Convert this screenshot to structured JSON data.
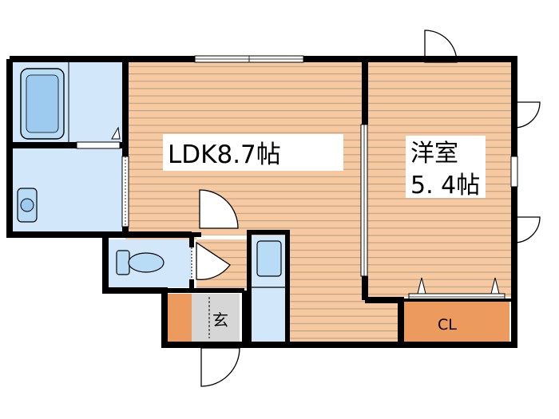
{
  "rooms": {
    "ldk": {
      "label": "LDK8.7帖"
    },
    "western_room": {
      "label_line1": "洋室",
      "label_line2": "5. 4帖"
    },
    "entrance": {
      "label": "玄"
    },
    "closet": {
      "label": "CL"
    }
  },
  "colors": {
    "wood_floor": "#f7c9a0",
    "wood_line": "#c0a48a",
    "water_area": "#d2e8fa",
    "fixture": "#b9dcf6",
    "closet": "#ec9a5e",
    "entrance_floor": "#d6d6d6",
    "wall": "#000000"
  }
}
